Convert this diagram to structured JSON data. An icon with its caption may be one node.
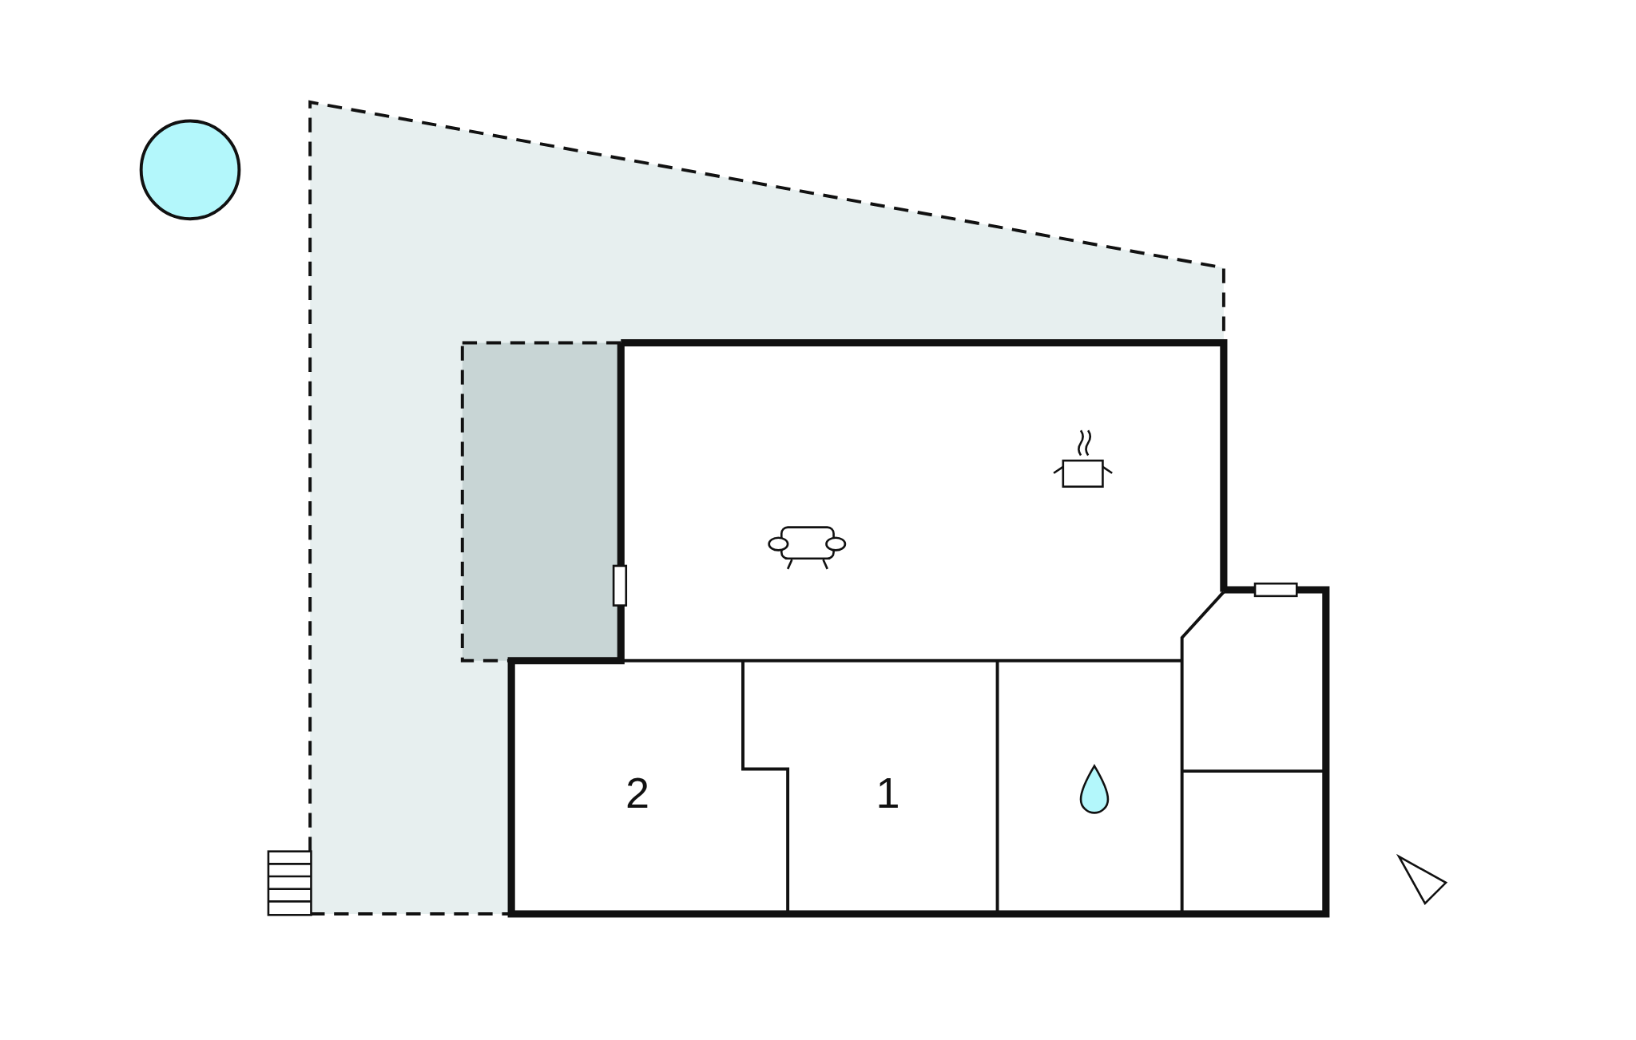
{
  "diagram": {
    "nodes": [
      {
        "text": [],
        "shape": "circle"
      }
    ],
    "labels": [
      "2",
      "1"
    ]
  }
}
